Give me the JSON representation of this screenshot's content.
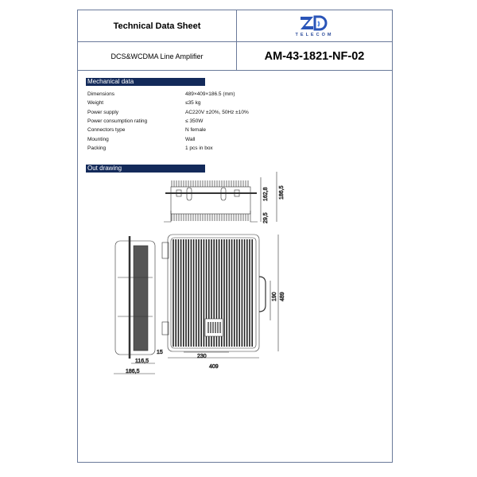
{
  "header": {
    "title": "Technical Data Sheet",
    "product": "DCS&WCDMA Line Amplifier",
    "model": "AM-43-1821-NF-02",
    "logo_text": "TELECOM"
  },
  "mechanical": {
    "heading": "Mechanical data",
    "rows": [
      {
        "label": "Dimensions",
        "value": "489×409×186.5 (mm)"
      },
      {
        "label": "Weight",
        "value": "≤35 kg"
      },
      {
        "label": "Power supply",
        "value": "AC220V ±20%, 50Hz ±10%"
      },
      {
        "label": "Power consumption rating",
        "value": "≤ 350W"
      },
      {
        "label": "Connectors type",
        "value": "N female"
      },
      {
        "label": "Mounting",
        "value": "Wall"
      },
      {
        "label": "Packing",
        "value": "1 pcs in box"
      }
    ]
  },
  "drawing": {
    "heading": "Out drawing",
    "dims": {
      "top_h1": "162,8",
      "top_h2": "186,5",
      "top_base": "29,5",
      "front_handle": "190",
      "front_h": "489",
      "front_w_holes": "230",
      "front_w": "409",
      "side_15": "15",
      "side_d1": "116,5",
      "side_d2": "186,5"
    }
  }
}
